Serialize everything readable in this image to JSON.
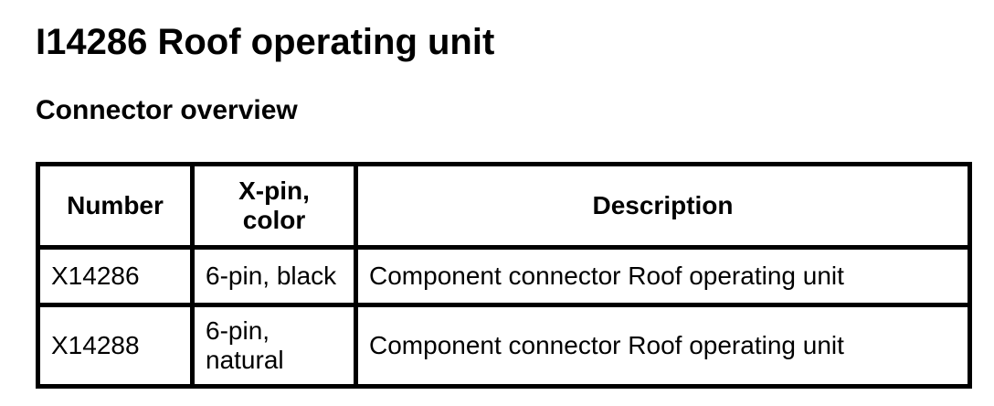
{
  "page": {
    "title": "I14286 Roof operating unit",
    "subtitle": "Connector overview"
  },
  "table": {
    "headers": [
      {
        "label": "Number"
      },
      {
        "label": "X-pin,\ncolor"
      },
      {
        "label": "Description"
      }
    ],
    "rows": [
      {
        "number": "X14286",
        "pin_color": "6-pin, black",
        "description": "Component connector Roof operating unit"
      },
      {
        "number": "X14288",
        "pin_color": "6-pin,\nnatural",
        "description": "Component connector Roof operating unit"
      }
    ]
  },
  "colors": {
    "background": "#ffffff",
    "text": "#000000",
    "table_border": "#000000"
  }
}
